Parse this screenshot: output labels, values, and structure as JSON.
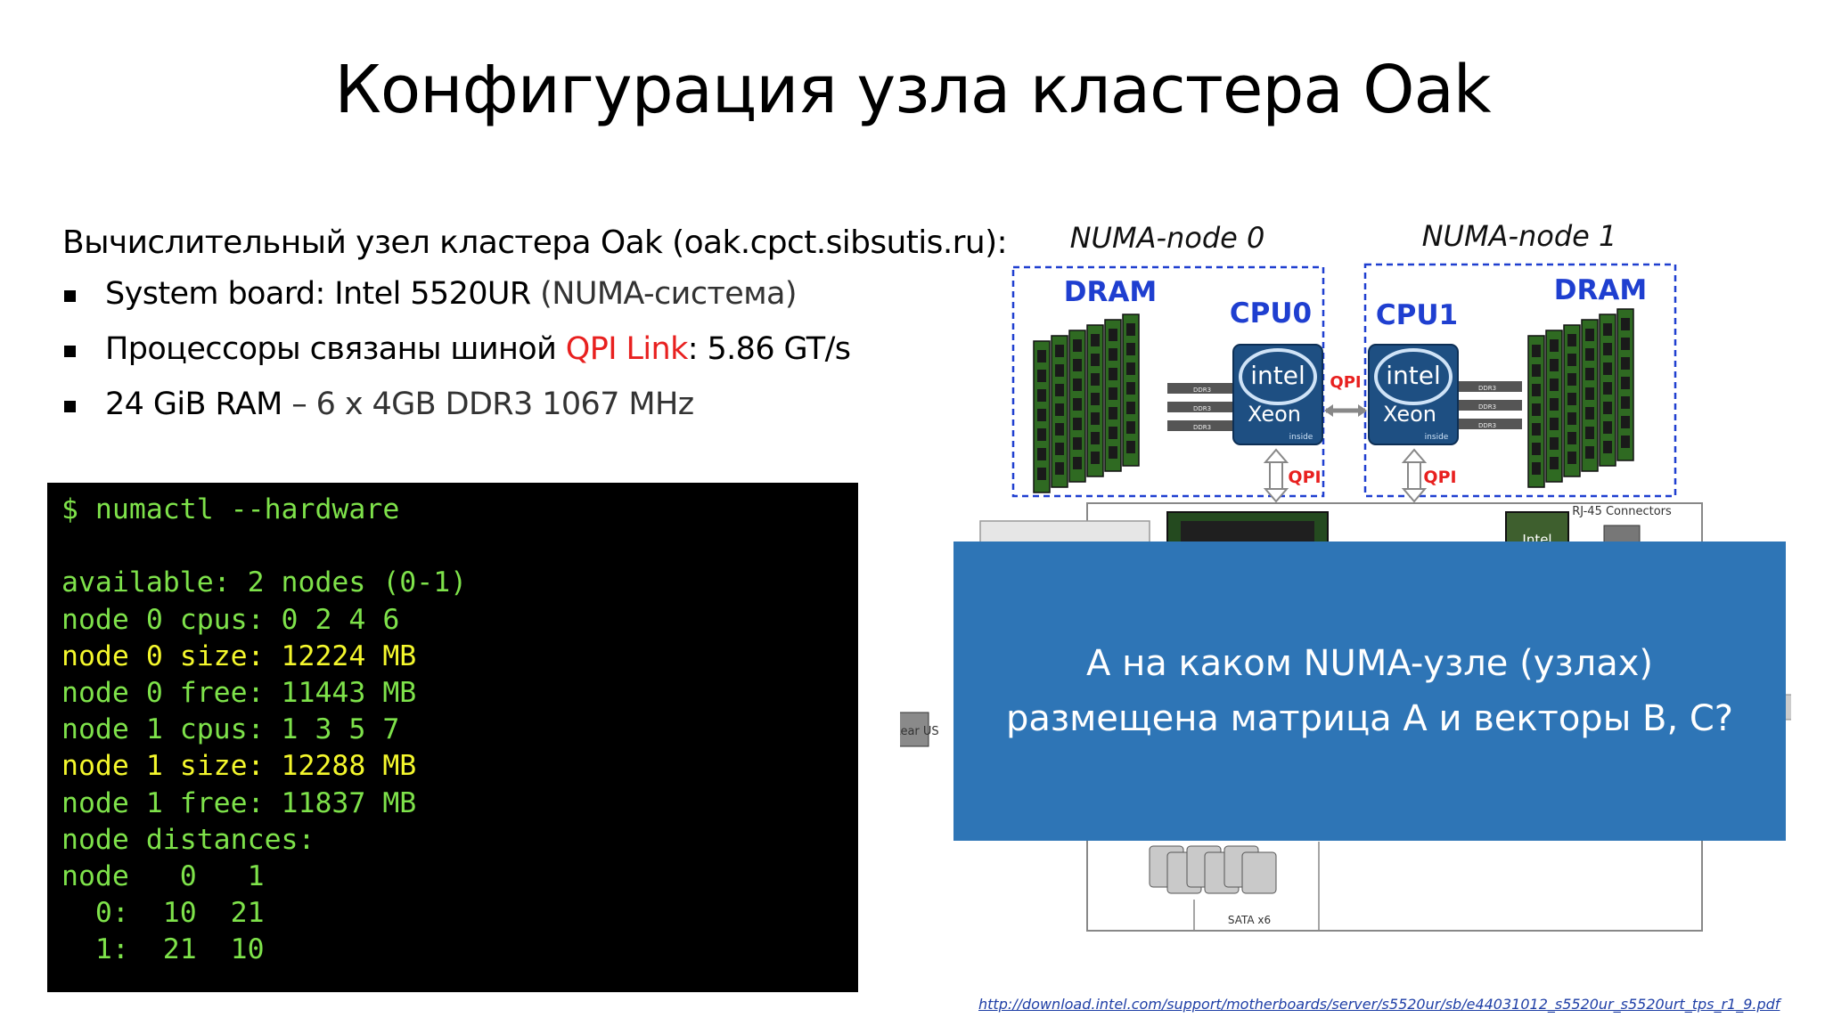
{
  "slide": {
    "title": "Конфигурация узла кластера Oak",
    "intro": "Вычислительный узел кластера Oak (oak.cpct.sibsutis.ru):",
    "bullets": [
      {
        "main": "System board: Intel 5520UR",
        "note": " (NUMA-система)"
      },
      {
        "main": "Процессоры связаны шиной ",
        "highlight": "QPI Link",
        "tail": ": 5.86 GT/s"
      },
      {
        "main": "24 GiB RAM",
        "note": " – 6 x 4GB DDR3 1067 MHz"
      }
    ],
    "highlight_color": "#e8201f"
  },
  "terminal": {
    "lines": [
      {
        "text": "$ numactl --hardware",
        "color": "green"
      },
      {
        "text": "",
        "color": "green"
      },
      {
        "text": "available: 2 nodes (0-1)",
        "color": "green"
      },
      {
        "text": "node 0 cpus: 0 2 4 6",
        "color": "green"
      },
      {
        "text": "node 0 size: 12224 MB",
        "color": "yellow"
      },
      {
        "text": "node 0 free: 11443 MB",
        "color": "green"
      },
      {
        "text": "node 1 cpus: 1 3 5 7",
        "color": "green"
      },
      {
        "text": "node 1 size: 12288 MB",
        "color": "yellow"
      },
      {
        "text": "node 1 free: 11837 MB",
        "color": "green"
      },
      {
        "text": "node distances:",
        "color": "green"
      },
      {
        "text": "node   0   1",
        "color": "green"
      },
      {
        "text": "  0:  10  21",
        "color": "green"
      },
      {
        "text": "  1:  21  10",
        "color": "green"
      }
    ]
  },
  "diagram": {
    "node0_label": "NUMA-node 0",
    "node1_label": "NUMA-node 1",
    "dram_label": "DRAM",
    "cpu0_label": "CPU0",
    "cpu1_label": "CPU1",
    "qpi_label": "QPI",
    "intel_label": "intel",
    "xeon_label": "Xeon",
    "inside_label": "inside",
    "ddr_label": "DDR3",
    "rj45_label": "RJ-45 Connectors",
    "intel_chip_label": "Intel",
    "rear_usb_label": "Rear US",
    "sata_label": "SATA x6",
    "label_blue": "#1f3fd0",
    "label_red": "#e8201f"
  },
  "callout": {
    "line1": "А на каком NUMA-узле (узлах)",
    "line2": "размещена матрица A и векторы B, C?",
    "background": "#2e75b6"
  },
  "source": {
    "url": "http://download.intel.com/support/motherboards/server/s5520ur/sb/e44031012_s5520ur_s5520urt_tps_r1_9.pdf"
  }
}
